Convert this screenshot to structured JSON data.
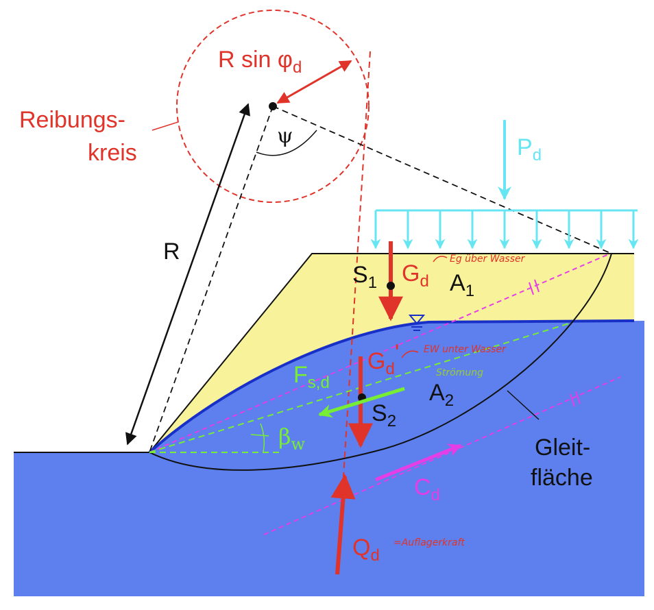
{
  "colors": {
    "water": "#5d80ee",
    "soil": "#f8f39a",
    "red": "#e0332a",
    "cyan": "#66e6f2",
    "green": "#77ee33",
    "magenta": "#e63ee6",
    "blue_line": "#1830c8",
    "black": "#111111"
  },
  "labels": {
    "r_sin": "R sin φ",
    "r_sin_sub": "d",
    "reibung_1": "Reibungs-",
    "reibung_2": "kreis",
    "psi": "ψ",
    "pd": "P",
    "pd_sub": "d",
    "r": "R",
    "s1": "S",
    "s1_sub": "1",
    "gd": "G",
    "gd_sub": "d",
    "a1": "A",
    "a1_sub": "1",
    "gd2": "G",
    "gd2_sub": "d",
    "gd2_prime": "'",
    "fsd": "F",
    "fsd_sub": "s,d",
    "a2": "A",
    "a2_sub": "2",
    "s2": "S",
    "s2_sub": "2",
    "beta": "β",
    "beta_sub": "w",
    "gleit_1": "Gleit-",
    "gleit_2": "fläche",
    "cd": "C",
    "cd_sub": "d",
    "qd": "Q",
    "qd_sub": "d"
  },
  "handwritten": {
    "note_gd": "Eg über Wasser",
    "note_gd2": "EW unter Wasser",
    "note_fsd": "Strömung",
    "note_qd": "=Auflagerkraft"
  }
}
